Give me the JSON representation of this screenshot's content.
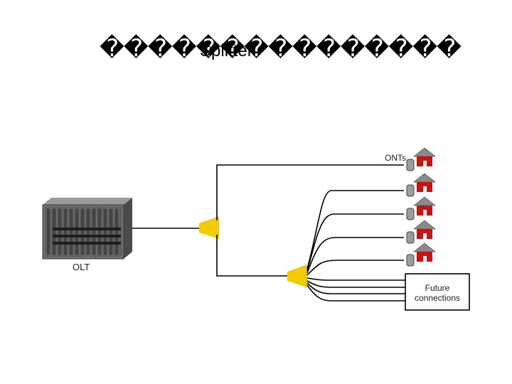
{
  "slide": {
    "title_garbled": "���������������",
    "title": "Splitter"
  },
  "diagram": {
    "olt_label": "OLT",
    "onts_label": "ONTs",
    "future_label_line1": "Future",
    "future_label_line2": "connections",
    "colors": {
      "splitter": "#f2cc00",
      "house_roof": "#8a8a8a",
      "house_body": "#cc1111",
      "olt_body": "#6e6e6e",
      "olt_dark": "#2b2b2b"
    }
  }
}
